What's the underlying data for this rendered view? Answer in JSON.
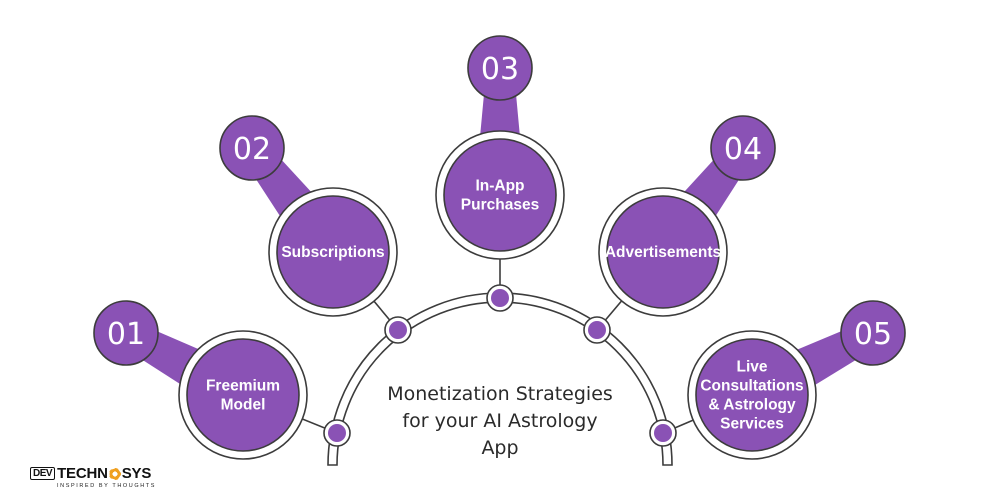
{
  "diagram": {
    "center_text_lines": [
      "Monetization Strategies",
      "for your AI Astrology",
      "App"
    ],
    "nodes": [
      {
        "number": "01",
        "label_lines": [
          "Freemium",
          "Model"
        ]
      },
      {
        "number": "02",
        "label_lines": [
          "Subscriptions"
        ]
      },
      {
        "number": "03",
        "label_lines": [
          "In-App",
          "Purchases"
        ]
      },
      {
        "number": "04",
        "label_lines": [
          "Advertisements"
        ]
      },
      {
        "number": "05",
        "label_lines": [
          "Live",
          "Consultations",
          "& Astrology",
          "Services"
        ]
      }
    ],
    "colors": {
      "accent": "#8a52b5",
      "outline": "#3c3c3c",
      "background": "#ffffff"
    }
  },
  "logo": {
    "brand_left": "DEV",
    "brand_mid": "TECHN",
    "brand_right": "SYS",
    "tagline": "INSPIRED BY THOUGHTS"
  }
}
